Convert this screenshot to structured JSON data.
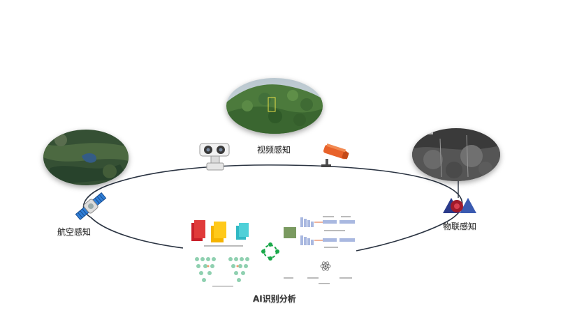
{
  "nodes": {
    "video": {
      "label": "视频感知"
    },
    "aerial": {
      "label": "航空感知"
    },
    "iot": {
      "label": "物联感知"
    },
    "ai": {
      "label": "AI识别分析"
    }
  },
  "icons": {
    "ptz_camera": "ptz-camera-icon",
    "bullet_camera": "bullet-camera-icon",
    "satellite": "satellite-icon",
    "iot_sensor": "iot-sensor-icon",
    "network": "network-icon",
    "atom": "atom-icon"
  },
  "colors": {
    "ellipse": "#2b3442",
    "camera_orange": "#e8622a",
    "satellite_blue": "#2f7fd8",
    "iot_red": "#a01a2a"
  }
}
